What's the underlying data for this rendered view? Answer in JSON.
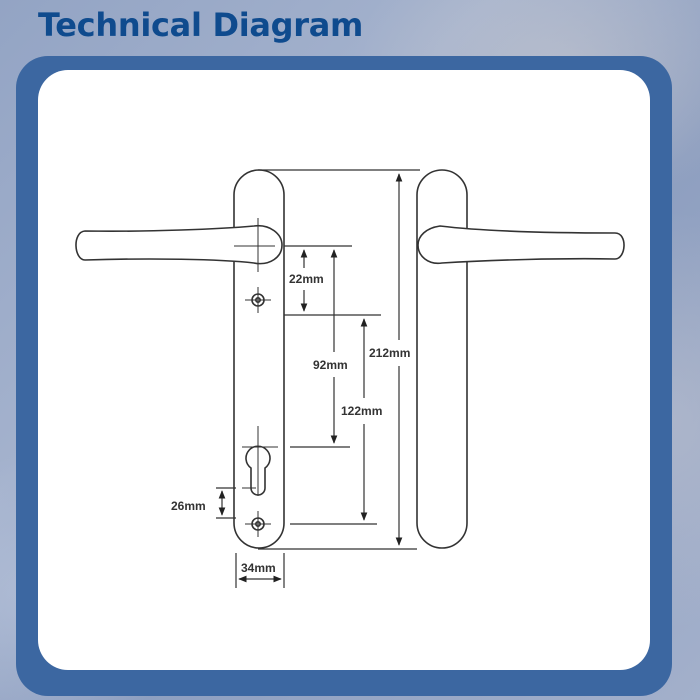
{
  "header": {
    "title": "Technical Diagram"
  },
  "theme": {
    "title_color": "#0f4b8e",
    "frame_color": "#3c67a1",
    "panel_color": "#ffffff",
    "line_color": "#333333"
  },
  "diagram": {
    "subject": "door handle pair (lever on backplate) with euro cylinder cutout",
    "dimensions": {
      "spindle_to_screw": "22mm",
      "spindle_to_cylinder": "92mm",
      "screw_to_screw": "122mm",
      "backplate_height": "212mm",
      "cylinder_to_bottom_screw": "26mm",
      "backplate_width": "34mm"
    }
  }
}
